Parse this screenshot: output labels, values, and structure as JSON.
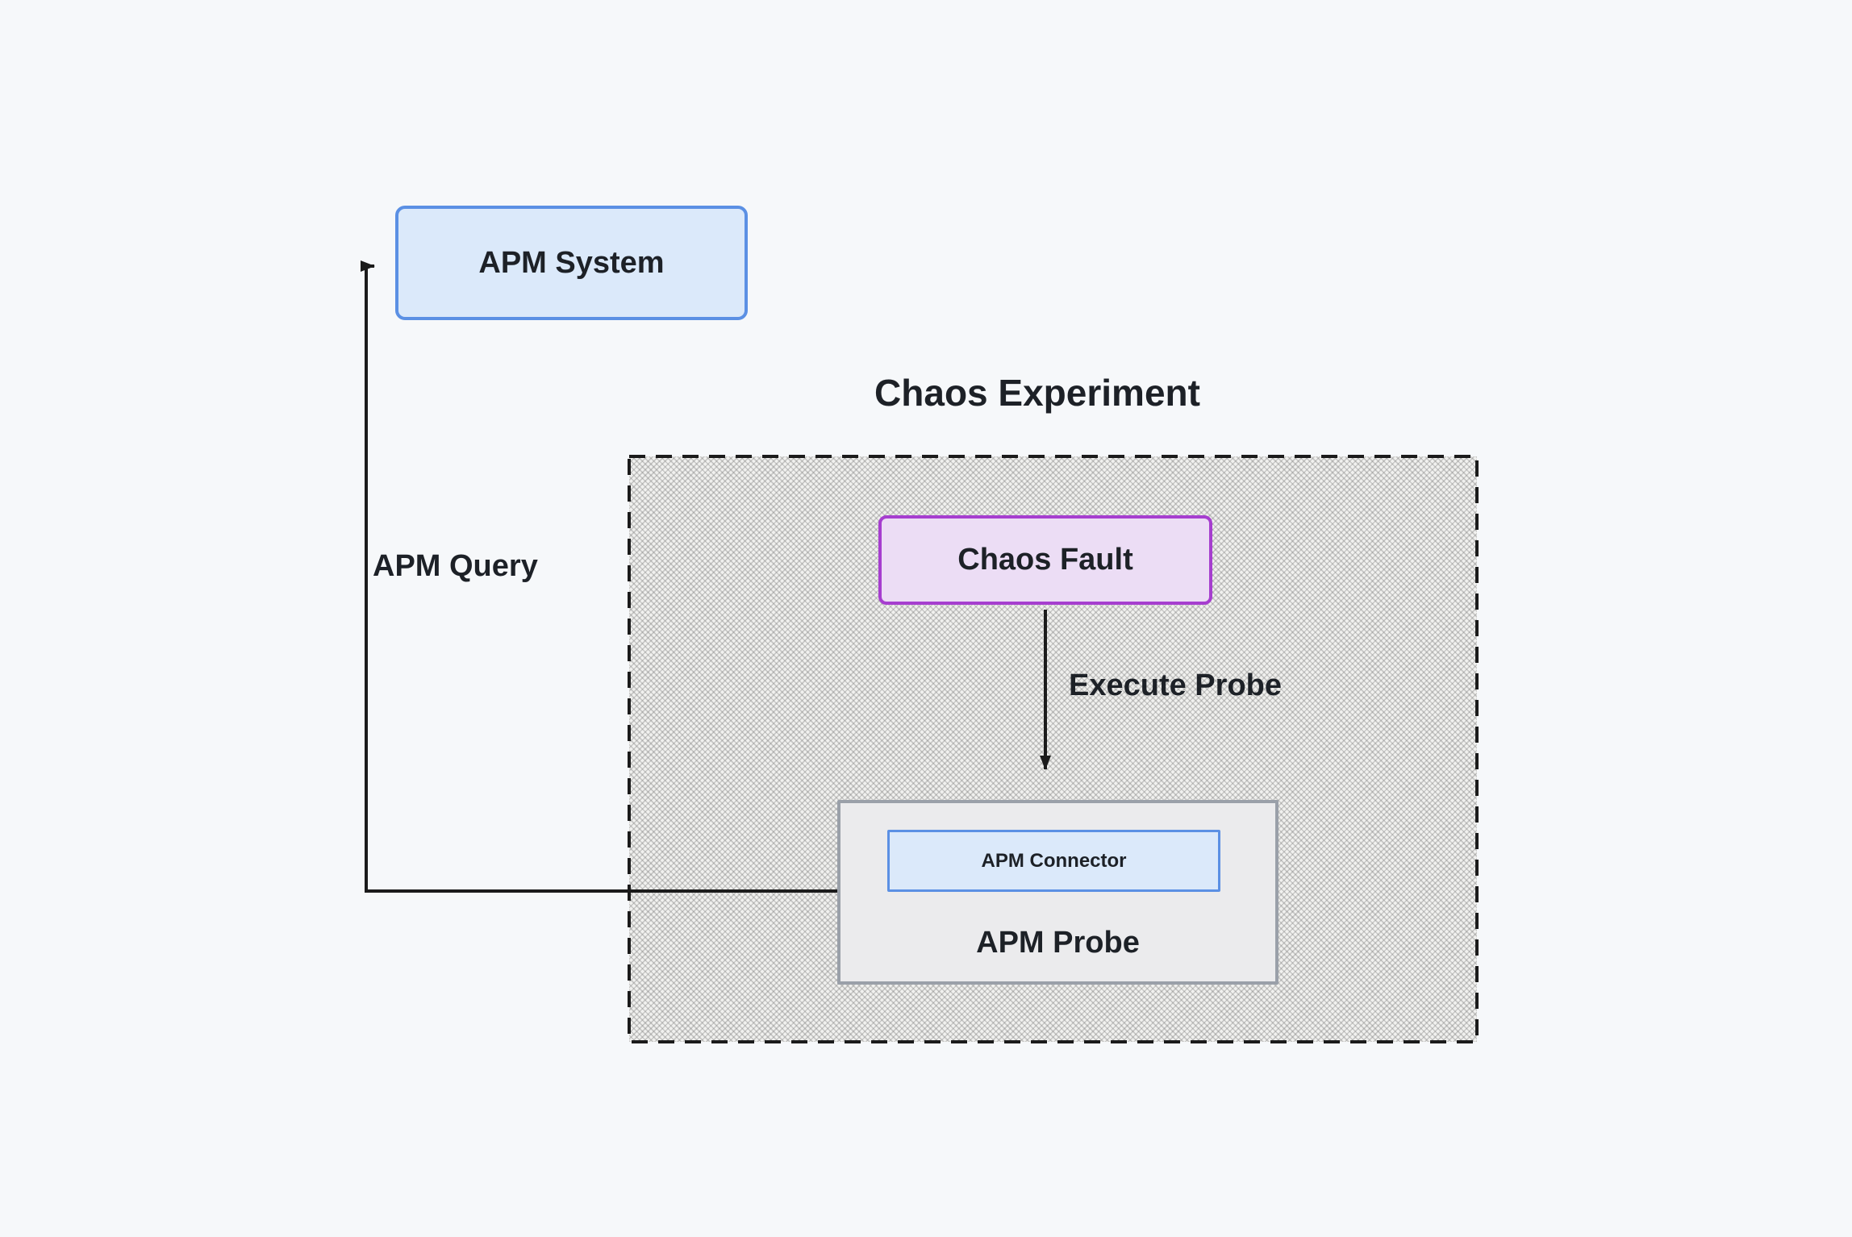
{
  "title": "Chaos Experiment",
  "nodes": {
    "apm_system": {
      "label": "APM System"
    },
    "chaos_fault": {
      "label": "Chaos Fault"
    },
    "apm_connector": {
      "label": "APM Connector"
    },
    "apm_probe": {
      "label": "APM Probe"
    }
  },
  "edges": {
    "execute_probe": {
      "label": "Execute Probe"
    },
    "apm_query": {
      "label": "APM Query"
    }
  },
  "colors": {
    "canvas_bg": "#f6f8fa",
    "node_blue_fill": "#dbe9fa",
    "node_blue_border": "#5b90e4",
    "node_purple_fill": "#ecddf5",
    "node_purple_border": "#a63ecf",
    "node_gray_fill": "#ebebed",
    "node_gray_border": "#9aa0a9",
    "group_hatch_base": "#f1f1ef",
    "edge_line": "#1b1b1b",
    "text": "#1d2127"
  }
}
